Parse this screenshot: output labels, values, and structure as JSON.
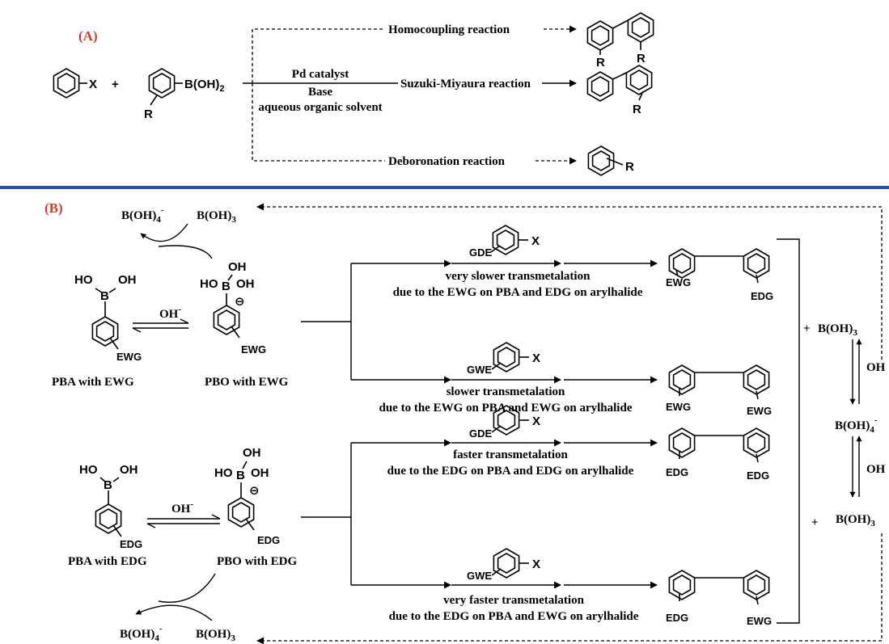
{
  "panels": {
    "a": "(A)",
    "b": "(B)"
  },
  "reactions": {
    "homo": "Homocoupling reaction",
    "suzuki": "Suzuki-Miyaura reaction",
    "debor": "Deboronation reaction"
  },
  "conditions": {
    "catalyst": "Pd catalyst",
    "base": "Base",
    "solvent": "aqueous organic solvent"
  },
  "atoms": {
    "X": "X",
    "R": "R",
    "plus": "+",
    "B": "B",
    "HO": "HO",
    "OH": "OH",
    "OHneg": "OH",
    "minus": "-",
    "borate": "⊖",
    "BOH2": "B(OH)",
    "sub2": "2"
  },
  "groups": {
    "EWG": "EWG",
    "EDG": "EDG",
    "GDE": "GDE",
    "GWE": "GWE"
  },
  "species": {
    "pba_ewg": "PBA with EWG",
    "pbo_ewg": "PBO with EWG",
    "pba_edg": "PBA with EDG",
    "pbo_edg": "PBO with EDG",
    "boh4": "B(OH)",
    "boh4_sub": "4",
    "boh4_sup": "-",
    "boh3": "B(OH)",
    "boh3_sub": "3"
  },
  "paths": [
    {
      "speed": "very slower transmetalation",
      "cause": "due to the EWG on PBA and EDG on arylhalide"
    },
    {
      "speed": "slower transmetalation",
      "cause": "due to the EWG on PBA and EWG on arylhalide"
    },
    {
      "speed": "faster transmetalation",
      "cause": "due to the EDG on PBA and EDG on arylhalide"
    },
    {
      "speed": "very faster transmetalation",
      "cause": "due to the EDG on PBA and EWG on arylhalide"
    }
  ],
  "colors": {
    "panel_label": "#d9382e",
    "divider": "#2b50a8"
  }
}
